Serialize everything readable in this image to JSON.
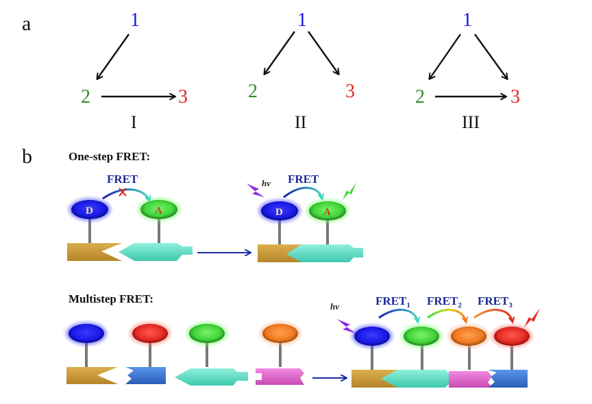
{
  "panel_a": {
    "label": "a",
    "node_colors": {
      "1": "#1414e6",
      "2": "#2e8b2e",
      "3": "#e02828"
    },
    "graphs": [
      {
        "id": "I",
        "caption": "I",
        "nodes": [
          "1",
          "2",
          "3"
        ],
        "edges": [
          [
            "1",
            "2"
          ],
          [
            "2",
            "3"
          ]
        ]
      },
      {
        "id": "II",
        "caption": "II",
        "nodes": [
          "1",
          "2",
          "3"
        ],
        "edges": [
          [
            "1",
            "2"
          ],
          [
            "1",
            "3"
          ]
        ]
      },
      {
        "id": "III",
        "caption": "III",
        "nodes": [
          "1",
          "2",
          "3"
        ],
        "edges": [
          [
            "1",
            "2"
          ],
          [
            "1",
            "3"
          ],
          [
            "2",
            "3"
          ]
        ]
      }
    ]
  },
  "panel_b": {
    "label": "b",
    "one_step": {
      "heading": "One-step FRET:",
      "before": {
        "fret_label": "FRET",
        "blocked": true,
        "donor_letter": "D",
        "acceptor_letter": "A"
      },
      "after": {
        "fret_label": "FRET",
        "excitation_label": "hν",
        "donor_letter": "D",
        "acceptor_letter": "A"
      }
    },
    "multistep": {
      "heading": "Multistep FRET:",
      "fret_labels": [
        "FRET",
        "FRET",
        "FRET"
      ],
      "fret_subscripts": [
        "1",
        "2",
        "3"
      ],
      "excitation_label": "hν"
    },
    "colors": {
      "donor_blue": "#1a1af0",
      "acceptor_green": "#3fd43a",
      "orange": "#f07a20",
      "red": "#e52a24",
      "gold_block": "#c99a3a",
      "cyan_block": "#5fe0c6",
      "blue_block": "#3a7ad8",
      "pink_block": "#e46ad0",
      "arrow_blue": "#1a2aa8",
      "lightning_purple": "#8a2be2"
    }
  }
}
